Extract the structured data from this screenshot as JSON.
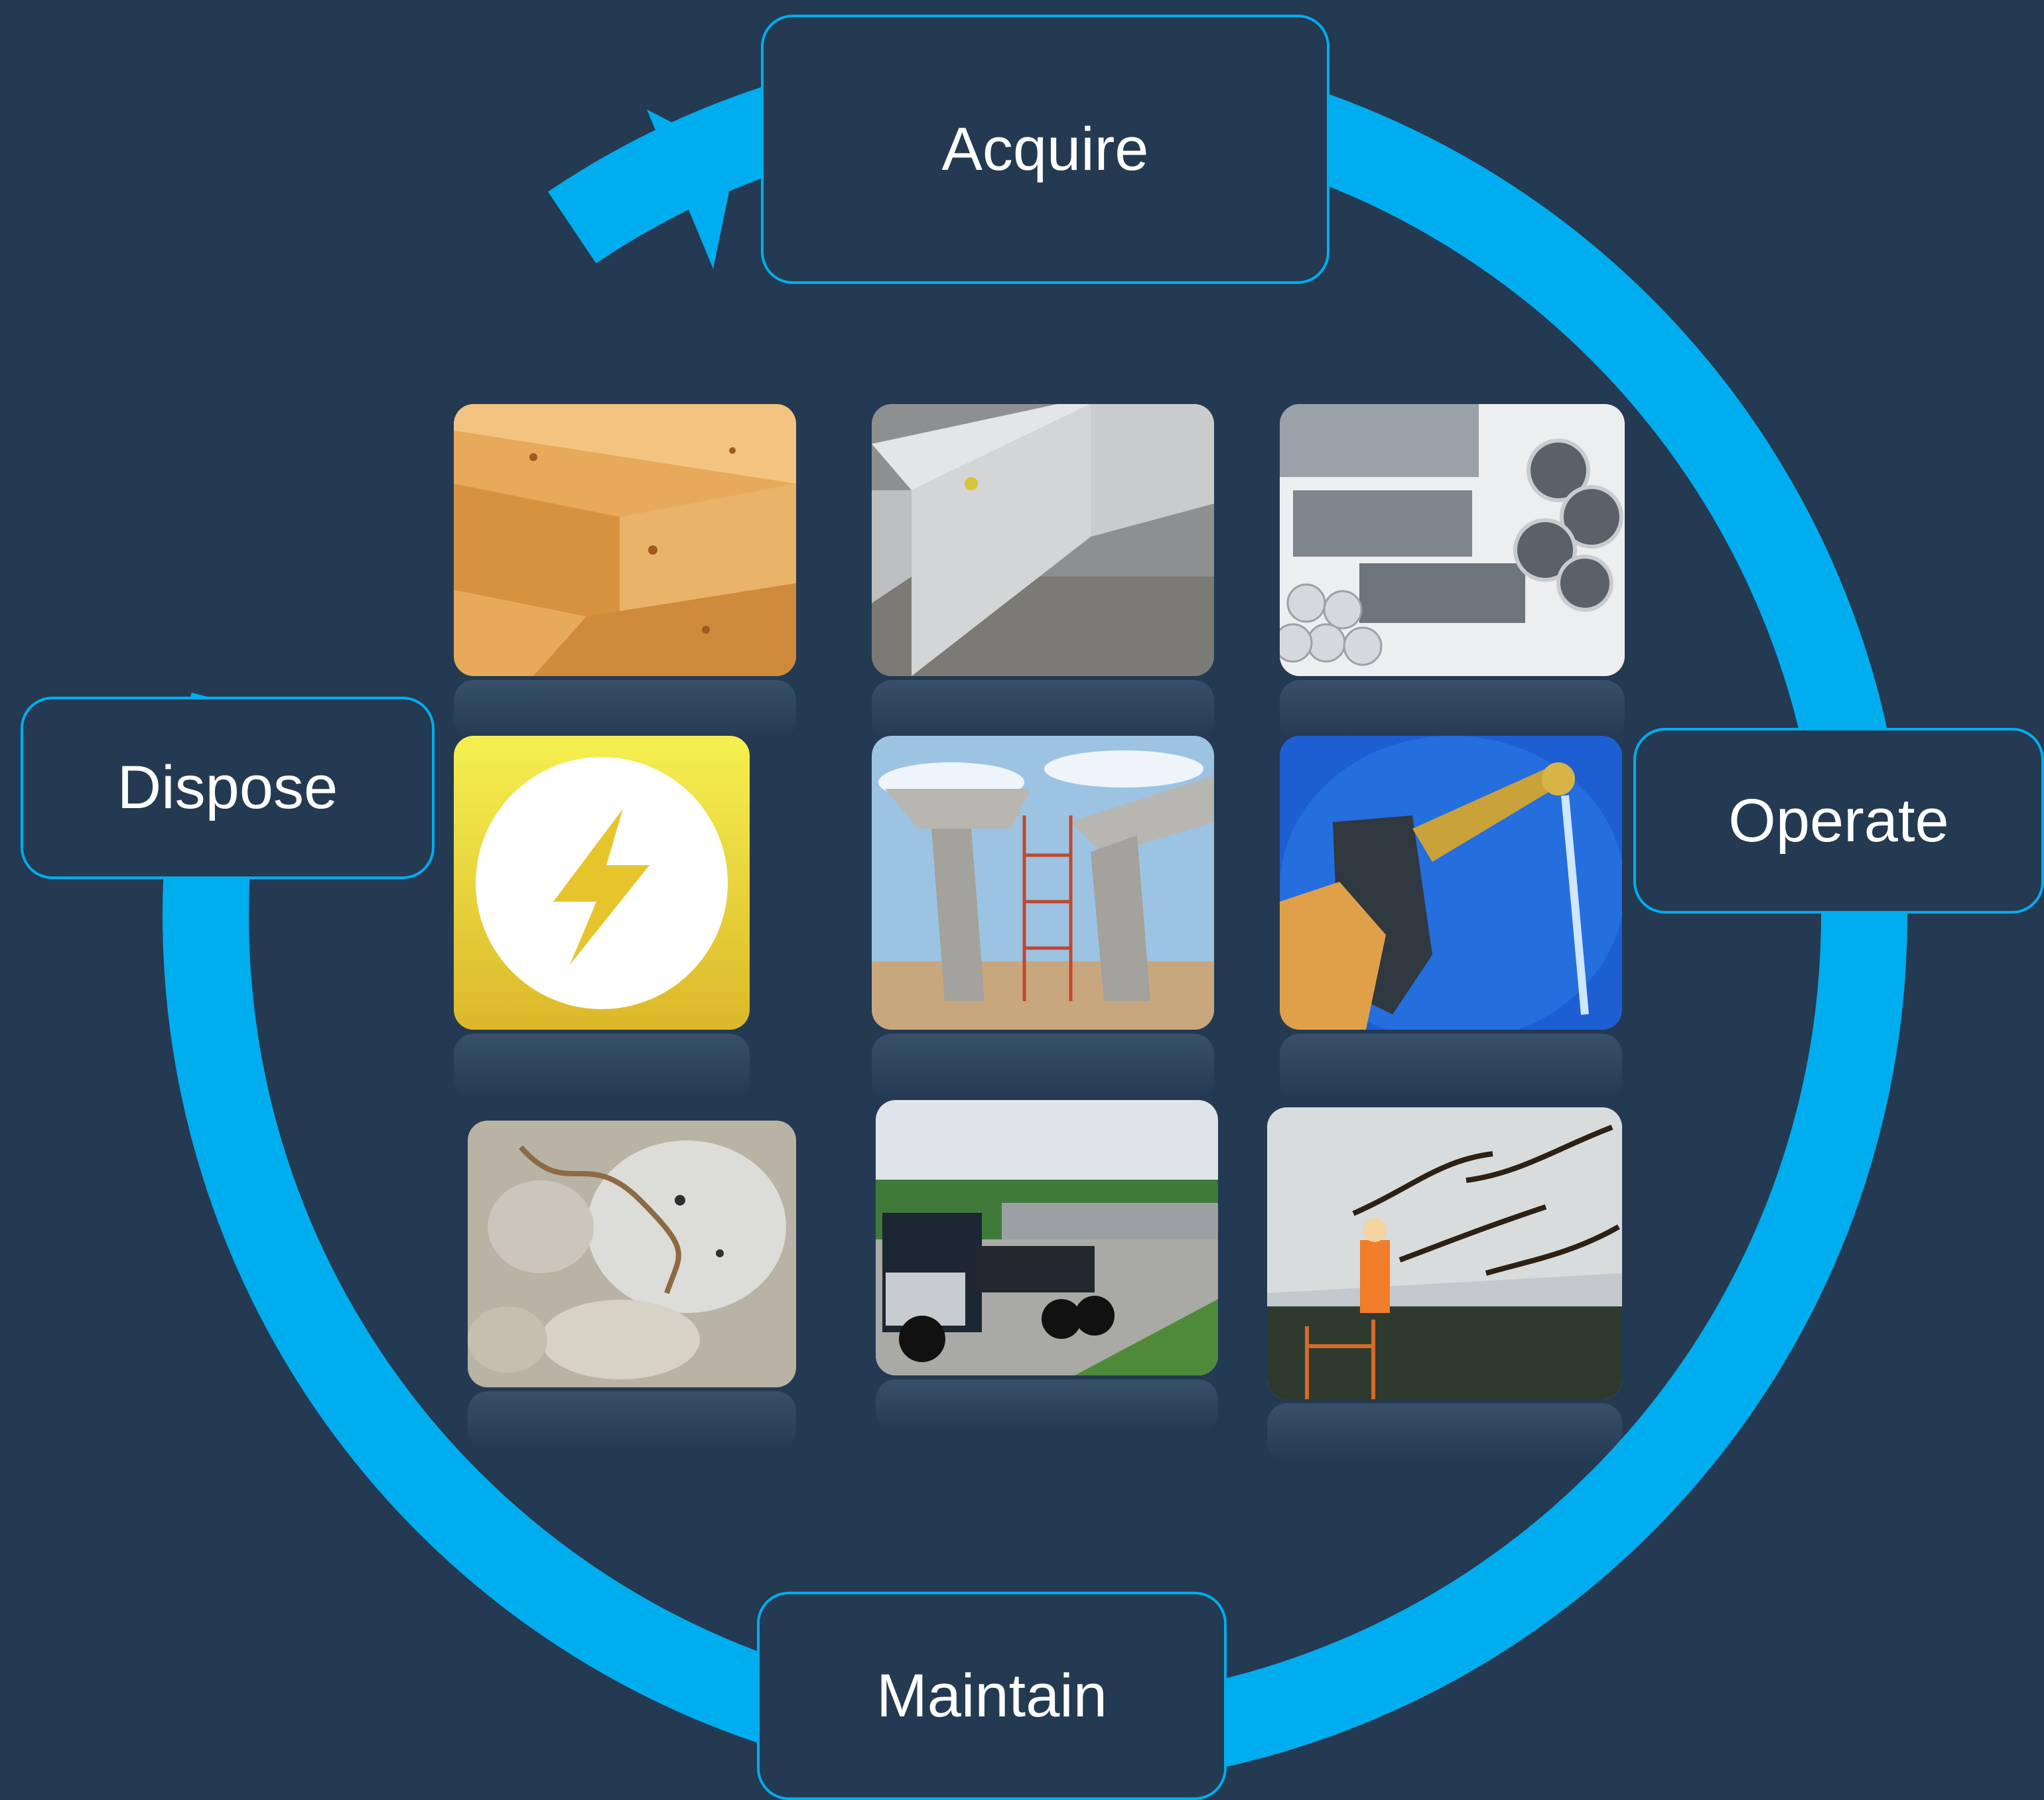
{
  "stages": {
    "acquire": "Acquire",
    "operate": "Operate",
    "maintain": "Maintain",
    "dispose": "Dispose"
  },
  "colors": {
    "background": "#243a52",
    "cycle_arrow": "#00adee",
    "box_border": "#00adee",
    "text": "#ffffff"
  },
  "images": [
    {
      "name": "timber-photo",
      "icon": "lumber"
    },
    {
      "name": "precast-beams-photo",
      "icon": "concrete-beams"
    },
    {
      "name": "steel-sections-photo",
      "icon": "steel-pipes"
    },
    {
      "name": "energy-tile",
      "icon": "lightning-bolt-icon"
    },
    {
      "name": "bridge-construction-photo",
      "icon": "bridge-piers"
    },
    {
      "name": "fuel-nozzle-photo",
      "icon": "fuel-pump"
    },
    {
      "name": "concrete-rubble-photo",
      "icon": "rubble"
    },
    {
      "name": "beam-transport-truck-photo",
      "icon": "truck"
    },
    {
      "name": "bridge-repair-photo",
      "icon": "underside-repair"
    }
  ]
}
